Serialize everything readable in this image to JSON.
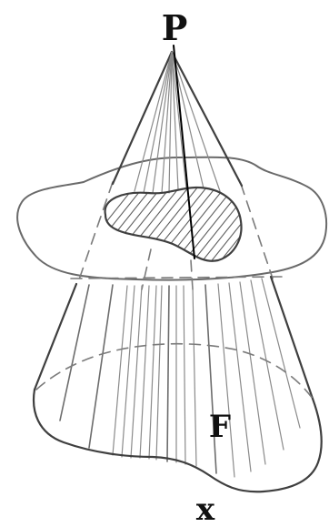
{
  "labels": {
    "apex": "P",
    "curve_label": "F",
    "surface_point": "x"
  }
}
